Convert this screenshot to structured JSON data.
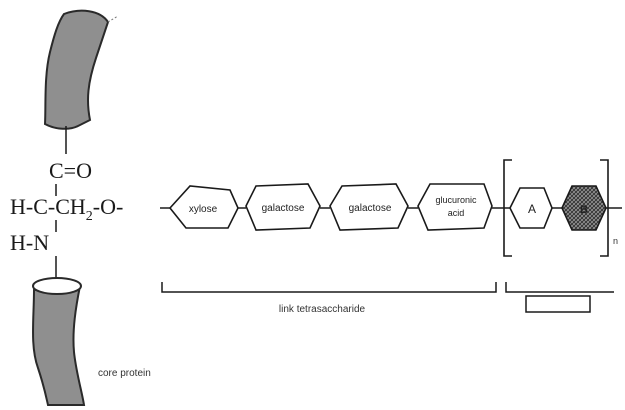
{
  "serine_residue": {
    "carbonyl": "C=O",
    "alpha_carbon_left": "H-C-CH",
    "subscript_2": "2",
    "ester_o": "-O-",
    "amine": "H-N"
  },
  "chain": [
    {
      "label": "xylose"
    },
    {
      "label": "galactose"
    },
    {
      "label": "galactose"
    },
    {
      "label": "glucuronic",
      "label2": "acid"
    },
    {
      "label": "A"
    },
    {
      "label": "B"
    }
  ],
  "linker_label": "link tetrasaccharide",
  "repeat_subscript": "n",
  "core_label": "core protein",
  "colors": {
    "protein_fill": "#8f8f8f",
    "protein_stroke": "#2a2a2a",
    "hatched_sugar": "#555555"
  }
}
